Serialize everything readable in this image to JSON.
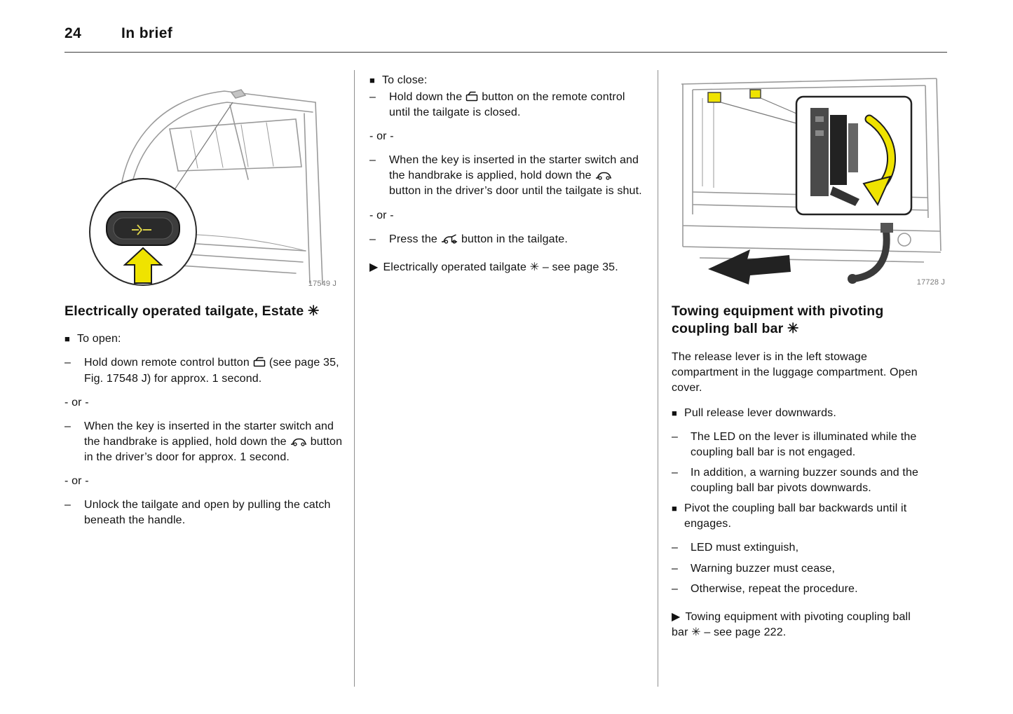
{
  "page": {
    "number": "24",
    "title": "In brief"
  },
  "symbols": {
    "square": "■",
    "dash": "–",
    "arrow": "▶",
    "or": "- or -"
  },
  "colors": {
    "highlight_yellow": "#efe300",
    "line_gray": "#9a9a9a"
  },
  "icons": {
    "remote_trunk_button": "trunk-open-icon",
    "car_door_button": "car-side-icon",
    "tailgate_button": "tailgate-open-icon"
  },
  "figures": {
    "tailgate_caption": "17549 J",
    "towing_caption": "17728 J"
  },
  "left": {
    "heading": "Electrically operated tailgate, Estate ✳",
    "open_title": "To open:",
    "item1_pre": "Hold down remote control button",
    "item1_post": "(see page 35, Fig. 17548 J) for approx. 1 second.",
    "item2_pre": "When the key is inserted in the starter switch and the handbrake is applied, hold down the",
    "item2_post": "button in the driver’s door for approx. 1 second.",
    "item3": "Unlock the tailgate and open by pulling the catch beneath the handle."
  },
  "middle": {
    "close_title": "To close:",
    "item1_pre": "Hold down the",
    "item1_post": "button on the remote control until the tailgate is closed.",
    "item2_pre": "When the key is inserted in the starter switch and the handbrake is applied, hold down the",
    "item2_post": "button in the driver’s door until the tailgate is shut.",
    "item3_pre": "Press the",
    "item3_post": "button in the tailgate.",
    "note": "Electrically operated tailgate ✳ – see page 35."
  },
  "right": {
    "heading": "Towing equipment with pivoting coupling ball bar ✳",
    "intro": "The release lever is in the left stowage compartment in the luggage compartment. Open cover.",
    "step1": "Pull release lever downwards.",
    "step1_sub1": "The LED on the lever is illuminated while the coupling ball bar is not engaged.",
    "step1_sub2": "In addition, a warning buzzer sounds and the coupling ball bar pivots downwards.",
    "step2": "Pivot the coupling ball bar backwards until it engages.",
    "step2_sub1": "LED must extinguish,",
    "step2_sub2": "Warning buzzer must cease,",
    "step2_sub3": "Otherwise, repeat the procedure.",
    "note": "Towing equipment with pivoting coupling ball bar ✳ – see page 222."
  }
}
